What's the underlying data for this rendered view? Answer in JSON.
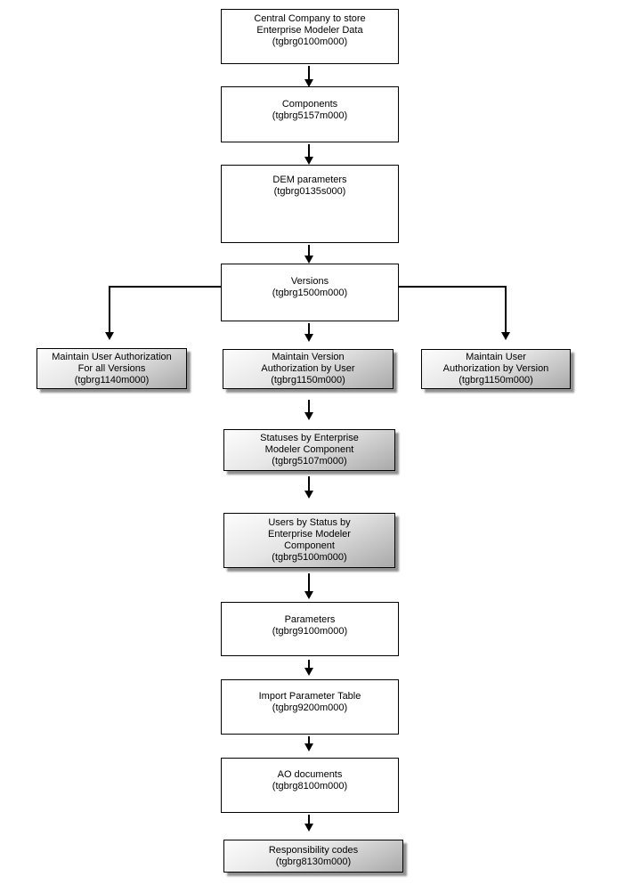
{
  "diagram": {
    "description": "Enterprise Modeler master data flowchart",
    "colors": {
      "background": "#ffffff",
      "box_border": "#000000",
      "white_box_fill": "#ffffff",
      "gray_box_gradient_top": "#fdfdfd",
      "gray_box_gradient_bottom": "#a9a9a9",
      "gray_box_shadow": "#909090",
      "connector": "#000000",
      "text": "#000000"
    },
    "nodes": [
      {
        "id": "central-company",
        "variant": "white",
        "lines": [
          "Central Company to store",
          "Enterprise Modeler Data",
          "(tgbrg0100m000)"
        ]
      },
      {
        "id": "components",
        "variant": "white",
        "lines": [
          "Components",
          "(tgbrg5157m000)"
        ]
      },
      {
        "id": "dem-parameters",
        "variant": "white",
        "lines": [
          "DEM parameters",
          "(tgbrg0135s000)"
        ]
      },
      {
        "id": "versions",
        "variant": "white",
        "lines": [
          "Versions",
          "(tgbrg1500m000)"
        ]
      },
      {
        "id": "maintain-user-authorization-for-all-versions",
        "variant": "gray",
        "lines": [
          "Maintain User Authorization",
          "For all Versions",
          "(tgbrg1140m000)"
        ]
      },
      {
        "id": "maintain-version-authorization-by-user",
        "variant": "gray",
        "lines": [
          "Maintain Version",
          "Authorization by User",
          "(tgbrg1150m000)"
        ]
      },
      {
        "id": "maintain-user-authorization-by-version",
        "variant": "gray",
        "lines": [
          "Maintain User",
          "Authorization by Version",
          "(tgbrg1150m000)"
        ]
      },
      {
        "id": "statuses-by-enterprise-modeler-component",
        "variant": "gray",
        "lines": [
          "Statuses by Enterprise",
          "Modeler Component",
          "(tgbrg5107m000)"
        ]
      },
      {
        "id": "users-by-status-by-enterprise-modeler-component",
        "variant": "gray",
        "lines": [
          "Users by Status by",
          "Enterprise Modeler",
          "Component",
          "(tgbrg5100m000)"
        ]
      },
      {
        "id": "parameters",
        "variant": "white",
        "lines": [
          "Parameters",
          "(tgbrg9100m000)"
        ]
      },
      {
        "id": "import-parameter-table",
        "variant": "white",
        "lines": [
          "Import Parameter Table",
          "(tgbrg9200m000)"
        ]
      },
      {
        "id": "ao-documents",
        "variant": "white",
        "lines": [
          "AO documents",
          "(tgbrg8100m000)"
        ]
      },
      {
        "id": "responsibility-codes",
        "variant": "gray",
        "lines": [
          "Responsibility codes",
          "(tgbrg8130m000)"
        ]
      }
    ],
    "edges": [
      {
        "from": "central-company",
        "to": "components"
      },
      {
        "from": "components",
        "to": "dem-parameters"
      },
      {
        "from": "dem-parameters",
        "to": "versions"
      },
      {
        "from": "versions",
        "to": "maintain-user-authorization-for-all-versions"
      },
      {
        "from": "versions",
        "to": "maintain-version-authorization-by-user"
      },
      {
        "from": "versions",
        "to": "maintain-user-authorization-by-version"
      },
      {
        "from": "maintain-version-authorization-by-user",
        "to": "statuses-by-enterprise-modeler-component"
      },
      {
        "from": "statuses-by-enterprise-modeler-component",
        "to": "users-by-status-by-enterprise-modeler-component"
      },
      {
        "from": "users-by-status-by-enterprise-modeler-component",
        "to": "parameters"
      },
      {
        "from": "parameters",
        "to": "import-parameter-table"
      },
      {
        "from": "import-parameter-table",
        "to": "ao-documents"
      },
      {
        "from": "ao-documents",
        "to": "responsibility-codes"
      }
    ]
  }
}
